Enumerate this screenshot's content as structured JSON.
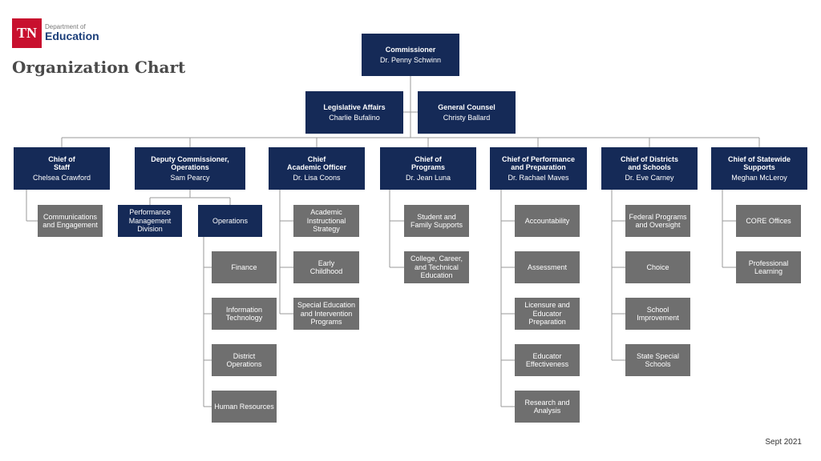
{
  "logo": {
    "badge": "TN",
    "department": "Department of",
    "name": "Education"
  },
  "title": "Organization Chart",
  "date": "Sept 2021",
  "commissioner": {
    "title": "Commissioner",
    "name": "Dr. Penny Schwinn"
  },
  "advisors": [
    {
      "title": "Legislative Affairs",
      "name": "Charlie Bufalino"
    },
    {
      "title": "General Counsel",
      "name": "Christy Ballard"
    }
  ],
  "divisions": [
    {
      "title": "Chief of\nStaff",
      "name": "Chelsea Crawford"
    },
    {
      "title": "Deputy Commissioner,\nOperations",
      "name": "Sam Pearcy"
    },
    {
      "title": "Chief\nAcademic Officer",
      "name": "Dr. Lisa Coons"
    },
    {
      "title": "Chief of\nPrograms",
      "name": "Dr. Jean Luna"
    },
    {
      "title": "Chief of Performance\nand Preparation",
      "name": "Dr. Rachael Maves"
    },
    {
      "title": "Chief of Districts\nand Schools",
      "name": "Dr. Eve Carney"
    },
    {
      "title": "Chief of Statewide\nSupports",
      "name": "Meghan McLeroy"
    }
  ],
  "staff": [
    "Communications\nand Engagement"
  ],
  "operations_units": [
    "Performance\nManagement\nDivision",
    "Operations"
  ],
  "operations": [
    "Finance",
    "Information\nTechnology",
    "District\nOperations",
    "Human Resources"
  ],
  "academic": [
    "Academic\nInstructional\nStrategy",
    "Early\nChildhood",
    "Special Education\nand Intervention\nPrograms"
  ],
  "programs": [
    "Student and\nFamily Supports",
    "College, Career,\nand Technical\nEducation"
  ],
  "performance": [
    "Accountability",
    "Assessment",
    "Licensure and\nEducator\nPreparation",
    "Educator\nEffectiveness",
    "Research and\nAnalysis"
  ],
  "districts": [
    "Federal Programs\nand Oversight",
    "Choice",
    "School\nImprovement",
    "State Special\nSchools"
  ],
  "supports": [
    "CORE Offices",
    "Professional\nLearning"
  ],
  "colors": {
    "navy": "#152a57",
    "gray": "#6f6f6f",
    "line": "#9a9a9a",
    "brand_red": "#c8102e"
  }
}
